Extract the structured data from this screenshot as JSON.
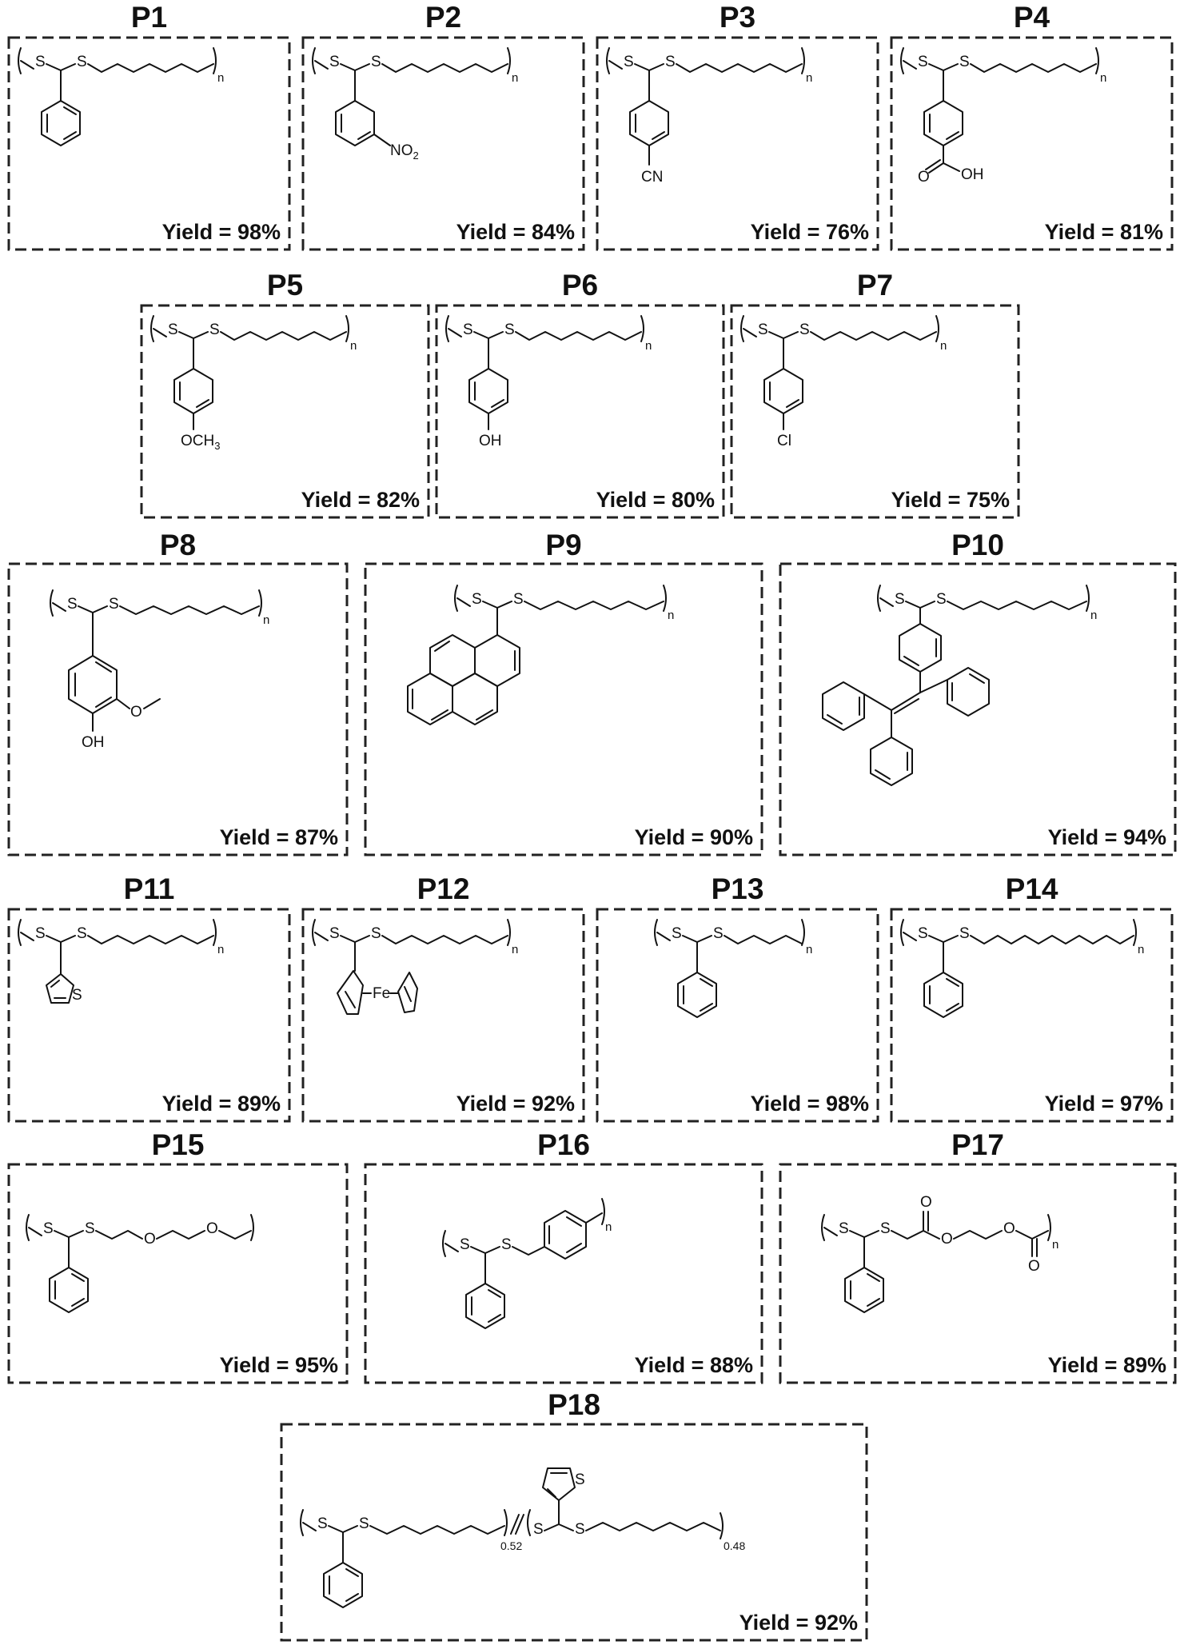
{
  "figure": {
    "panels": [
      {
        "id": "P1",
        "yield": "Yield = 98%",
        "substituent": "phenyl",
        "sub_label": ""
      },
      {
        "id": "P2",
        "yield": "Yield = 84%",
        "substituent": "3-nitrophenyl",
        "sub_label": "NO2"
      },
      {
        "id": "P3",
        "yield": "Yield = 76%",
        "substituent": "4-cyanophenyl",
        "sub_label": "CN"
      },
      {
        "id": "P4",
        "yield": "Yield = 81%",
        "substituent": "4-carboxyphenyl",
        "sub_label": "O  OH"
      },
      {
        "id": "P5",
        "yield": "Yield = 82%",
        "substituent": "4-methoxyphenyl",
        "sub_label": "OCH3"
      },
      {
        "id": "P6",
        "yield": "Yield = 80%",
        "substituent": "4-hydroxyphenyl",
        "sub_label": "OH"
      },
      {
        "id": "P7",
        "yield": "Yield = 75%",
        "substituent": "4-chlorophenyl",
        "sub_label": "Cl"
      },
      {
        "id": "P8",
        "yield": "Yield = 87%",
        "substituent": "4-hydroxy-3-methoxyphenyl",
        "sub_label": "OH"
      },
      {
        "id": "P9",
        "yield": "Yield = 90%",
        "substituent": "1-pyrenyl",
        "sub_label": ""
      },
      {
        "id": "P10",
        "yield": "Yield = 94%",
        "substituent": "tetraphenylethylene",
        "sub_label": ""
      },
      {
        "id": "P11",
        "yield": "Yield = 89%",
        "substituent": "2-thienyl",
        "sub_label": "S"
      },
      {
        "id": "P12",
        "yield": "Yield = 92%",
        "substituent": "ferrocenyl",
        "sub_label": "Fe"
      },
      {
        "id": "P13",
        "yield": "Yield = 98%",
        "substituent": "phenyl",
        "sub_label": ""
      },
      {
        "id": "P14",
        "yield": "Yield = 97%",
        "substituent": "phenyl",
        "sub_label": ""
      },
      {
        "id": "P15",
        "yield": "Yield = 95%",
        "substituent": "phenyl",
        "sub_label": ""
      },
      {
        "id": "P16",
        "yield": "Yield = 88%",
        "substituent": "phenyl",
        "sub_label": ""
      },
      {
        "id": "P17",
        "yield": "Yield = 89%",
        "substituent": "phenyl",
        "sub_label": ""
      },
      {
        "id": "P18",
        "yield": "Yield = 92%",
        "substituent": "phenyl / 2-thienyl copolymer",
        "sub_label": ""
      }
    ],
    "atoms": {
      "sulfur": "S",
      "oxygen": "O",
      "iron": "Fe",
      "repeat": "n",
      "nitro_main": "NO",
      "nitro_sub": "2",
      "cyano": "CN",
      "hydroxyl": "OH",
      "methoxy_main": "OCH",
      "methoxy_sub": "3",
      "chloro": "Cl",
      "ratio_a": "0.52",
      "ratio_b": "0.48"
    }
  }
}
